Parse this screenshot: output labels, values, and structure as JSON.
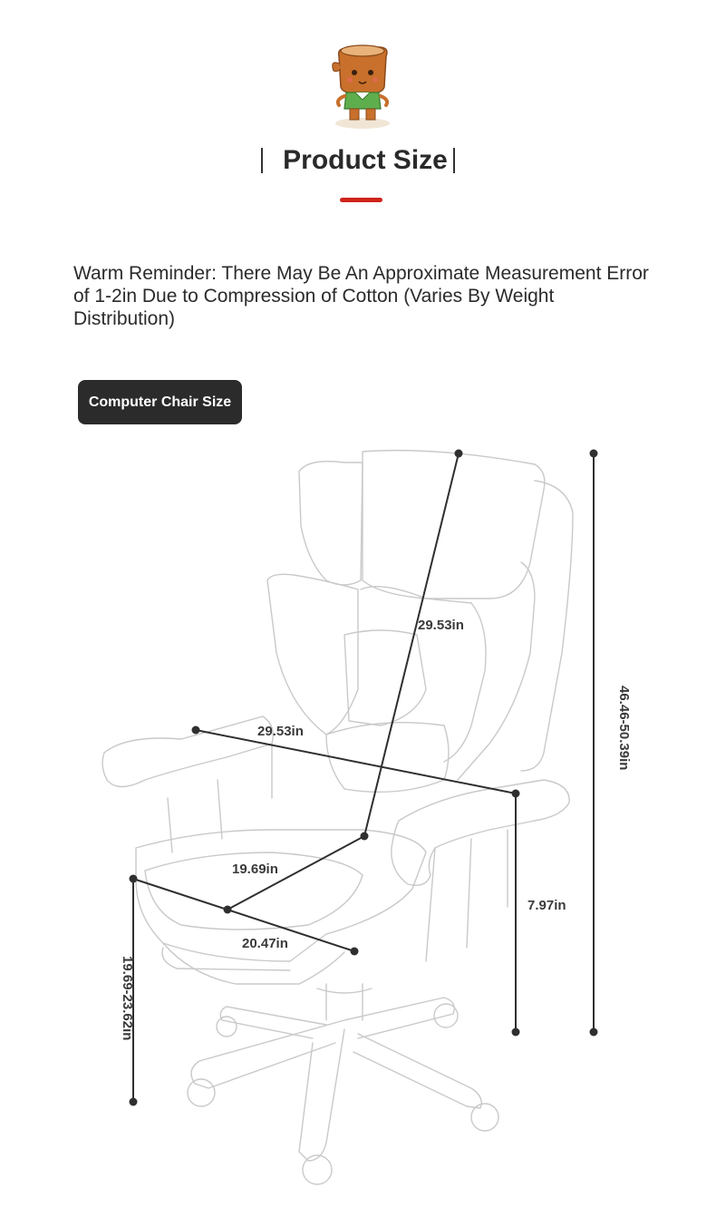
{
  "header": {
    "title": "Product Size"
  },
  "reminder": {
    "text": "Warm Reminder: There May Be An Approximate Measurement Error of 1-2in Due to Compression of Cotton (Varies By Weight Distribution)"
  },
  "section": {
    "label": "Computer Chair Size"
  },
  "dimensions": {
    "back_height": "29.53in",
    "seat_width": "29.53in",
    "seat_depth": "19.69in",
    "seat_front": "20.47in",
    "armrest_height": "7.97in",
    "total_height": "46.46-50.39in",
    "seat_height": "19.69-23.62in"
  },
  "colors": {
    "accent": "#d0241c",
    "pill_bg": "#2b2b2b"
  },
  "icons": {
    "mascot": "tree-stump-mascot-icon"
  }
}
